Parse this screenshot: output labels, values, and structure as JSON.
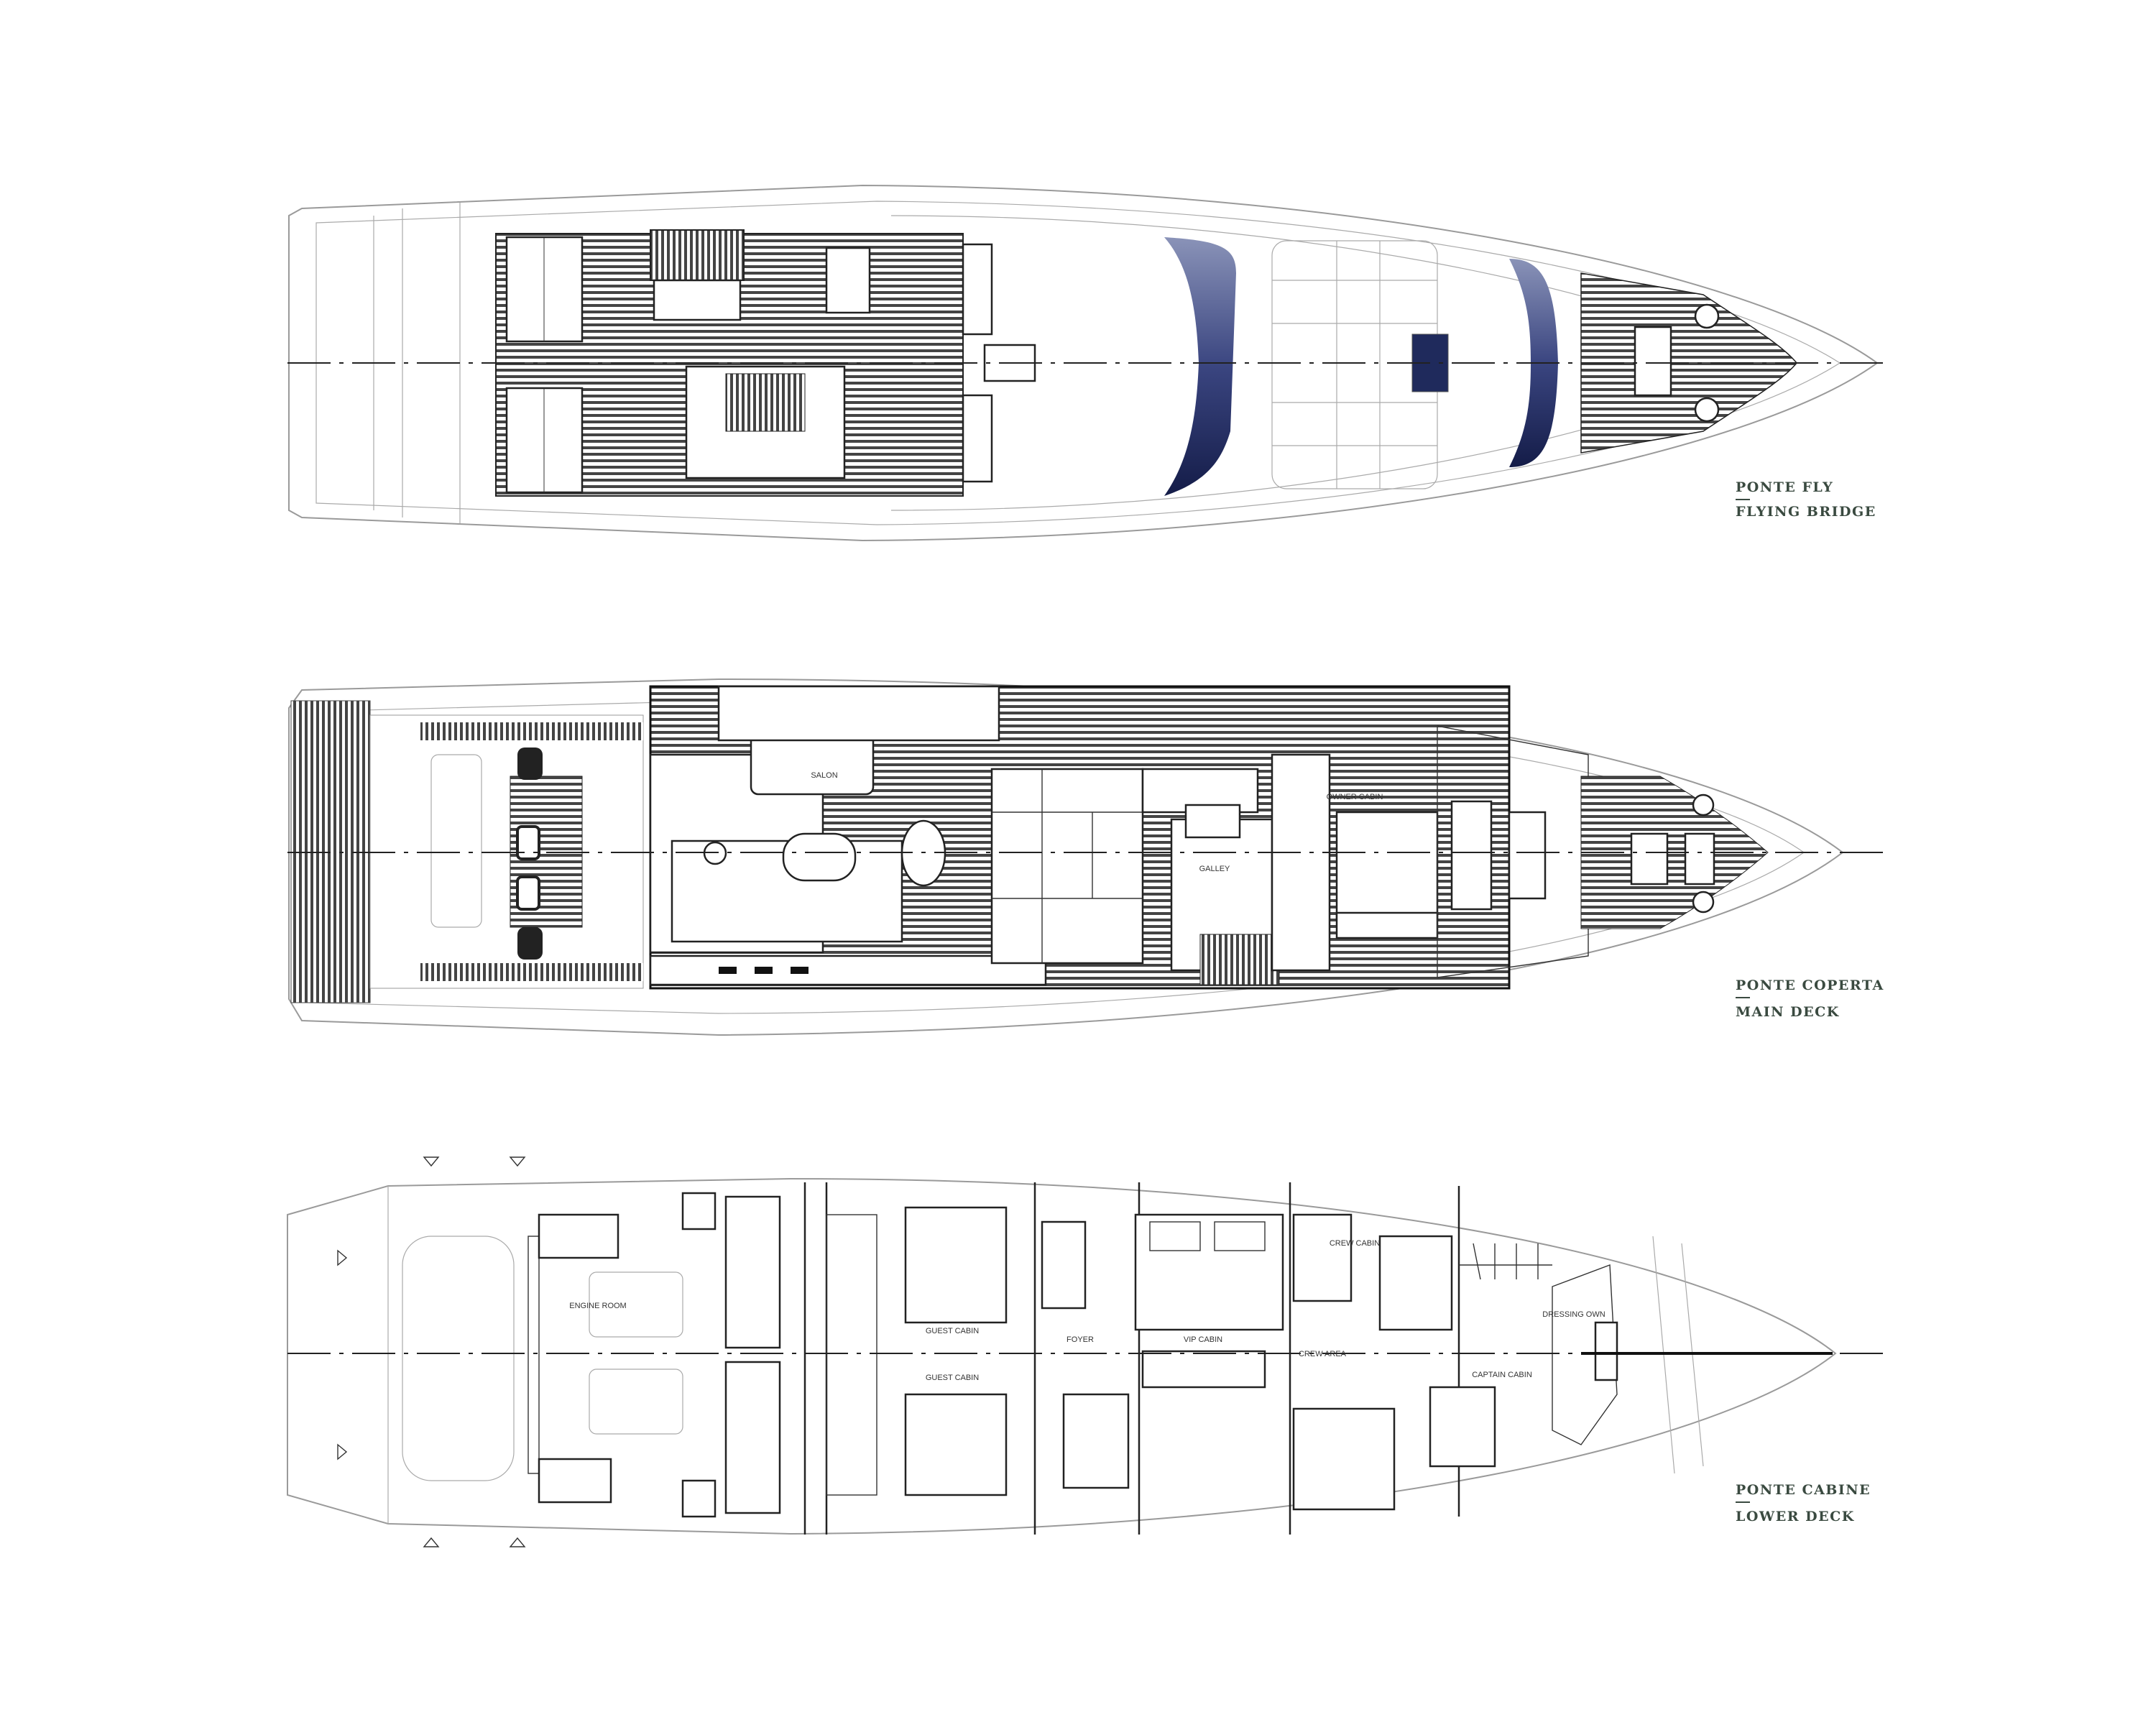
{
  "decks": [
    {
      "title": "PONTE FLY",
      "subtitle": "FLYING BRIDGE",
      "rooms": []
    },
    {
      "title": "PONTE COPERTA",
      "subtitle": "MAIN DECK",
      "rooms": [
        "SALON",
        "GALLEY",
        "OWNER CABIN"
      ]
    },
    {
      "title": "PONTE CABINE",
      "subtitle": "LOWER DECK",
      "rooms": [
        "ENGINE ROOM",
        "GUEST CABIN",
        "GUEST CABIN",
        "FOYER",
        "VIP CABIN",
        "CREW CABIN",
        "CREW AREA",
        "CAPTAIN CABIN",
        "DRESSING OWN"
      ]
    }
  ],
  "colors": {
    "windshield": "#1f2a5c",
    "label": "#3a4a40",
    "teak_line": "#222222"
  }
}
